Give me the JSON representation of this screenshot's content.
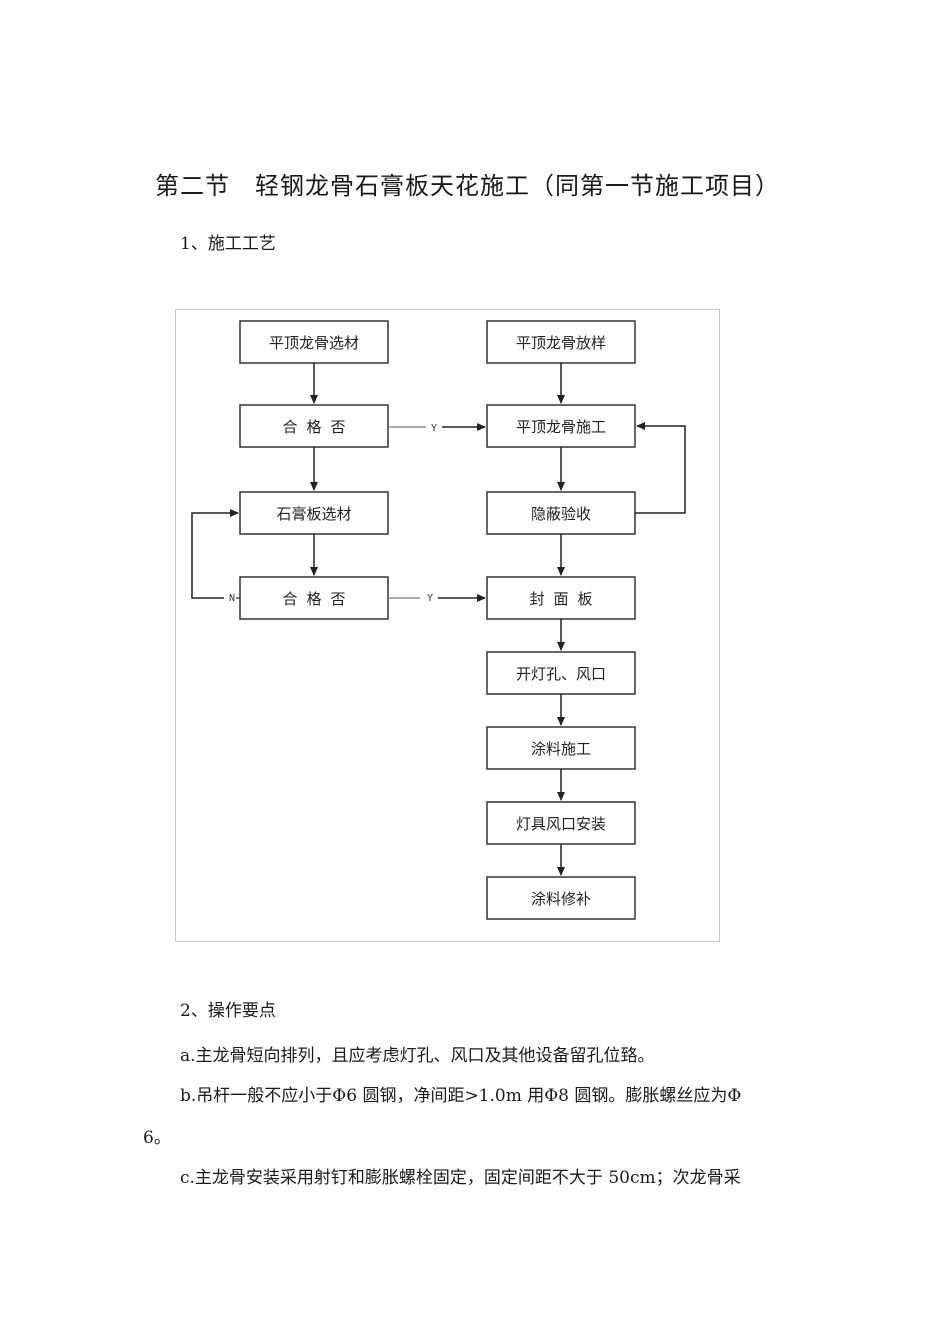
{
  "heading": {
    "title": "第二节　轻钢龙骨石膏板天花施工（同第一节施工项目）",
    "section1": "1、施工工艺",
    "section2": "2、操作要点"
  },
  "flowchart": {
    "left_column": [
      "平顶龙骨选材",
      "合 格 否",
      "石膏板选材",
      "合 格 否"
    ],
    "right_column": [
      "平顶龙骨放样",
      "平顶龙骨施工",
      "隐蔽验收",
      "封 面 板",
      "开灯孔、风口",
      "涂料施工",
      "灯具风口安装",
      "涂料修补"
    ],
    "labels": {
      "y_top": "Y",
      "n_bottom": "N",
      "y_bottom": "Y"
    }
  },
  "paragraphs": {
    "a": "a.主龙骨短向排列，且应考虑灯孔、风口及其他设备留孔位臵。",
    "b_line1": "b.吊杆一般不应小于Φ6 圆钢，净间距>1.0m 用Φ8 圆钢。膨胀螺丝应为Φ",
    "b_line2": "6。",
    "c_line1": "c.主龙骨安装采用射钉和膨胀螺栓固定，固定间距不大于 50cm；次龙骨采"
  }
}
